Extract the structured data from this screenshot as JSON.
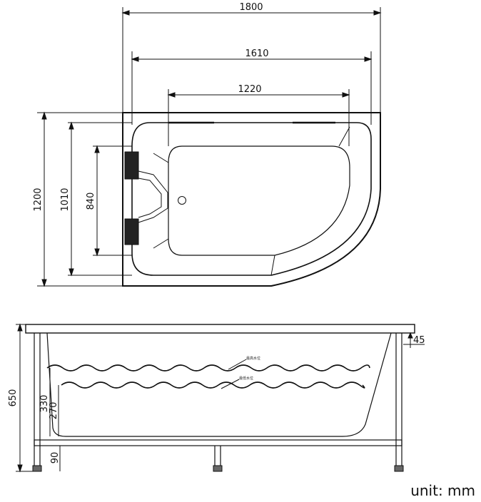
{
  "top_view": {
    "dimensions": {
      "overall_length": "1800",
      "inner_length": "1610",
      "basin_length": "1220",
      "overall_width": "1200",
      "inner_width": "1010",
      "basin_width": "840"
    }
  },
  "side_view": {
    "dimensions": {
      "total_height": "650",
      "rim_thickness": "45",
      "water_level_high": "330",
      "water_level_low": "270",
      "leg_height": "90"
    },
    "annotations": {
      "high_water_label": "最高水位",
      "low_water_label": "最低水位"
    }
  },
  "footer": {
    "unit": "unit: mm"
  }
}
